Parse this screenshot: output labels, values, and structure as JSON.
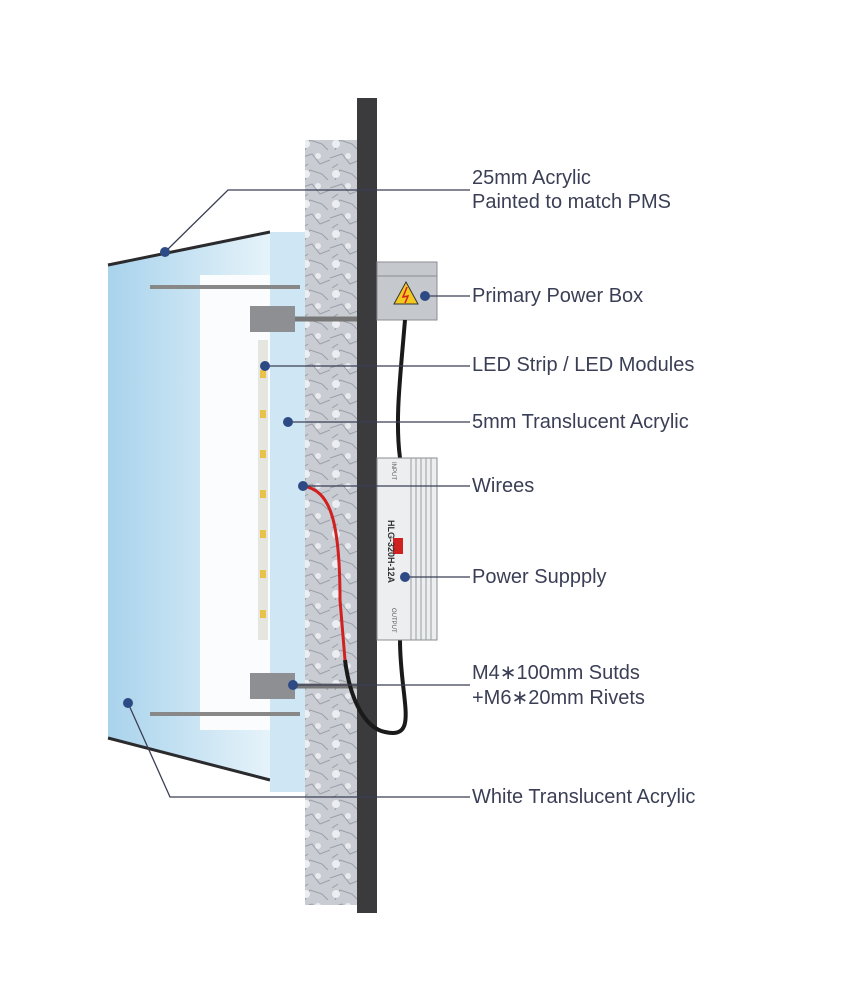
{
  "labels": {
    "acrylic_25mm_line1": "25mm Acrylic",
    "acrylic_25mm_line2": "Painted to match PMS",
    "primary_power_box": "Primary Power Box",
    "led_strip": "LED Strip / LED Modules",
    "translucent_5mm": "5mm Translucent  Acrylic",
    "wires": "Wirees",
    "power_supply": "Power  Suppply",
    "studs_line1": "M4∗100mm Sutds",
    "studs_line2": "+M6∗20mm  Rivets",
    "white_acrylic": "White Translucent Acrylic"
  },
  "power_supply_model": "HLG-320H-12A",
  "power_supply_input": "INPUT",
  "power_supply_output": "OUTPUT",
  "colors": {
    "text": "#3a3f55",
    "leader": "#3a3f55",
    "wall": "#3b3b3e",
    "wire": "#d02020"
  }
}
